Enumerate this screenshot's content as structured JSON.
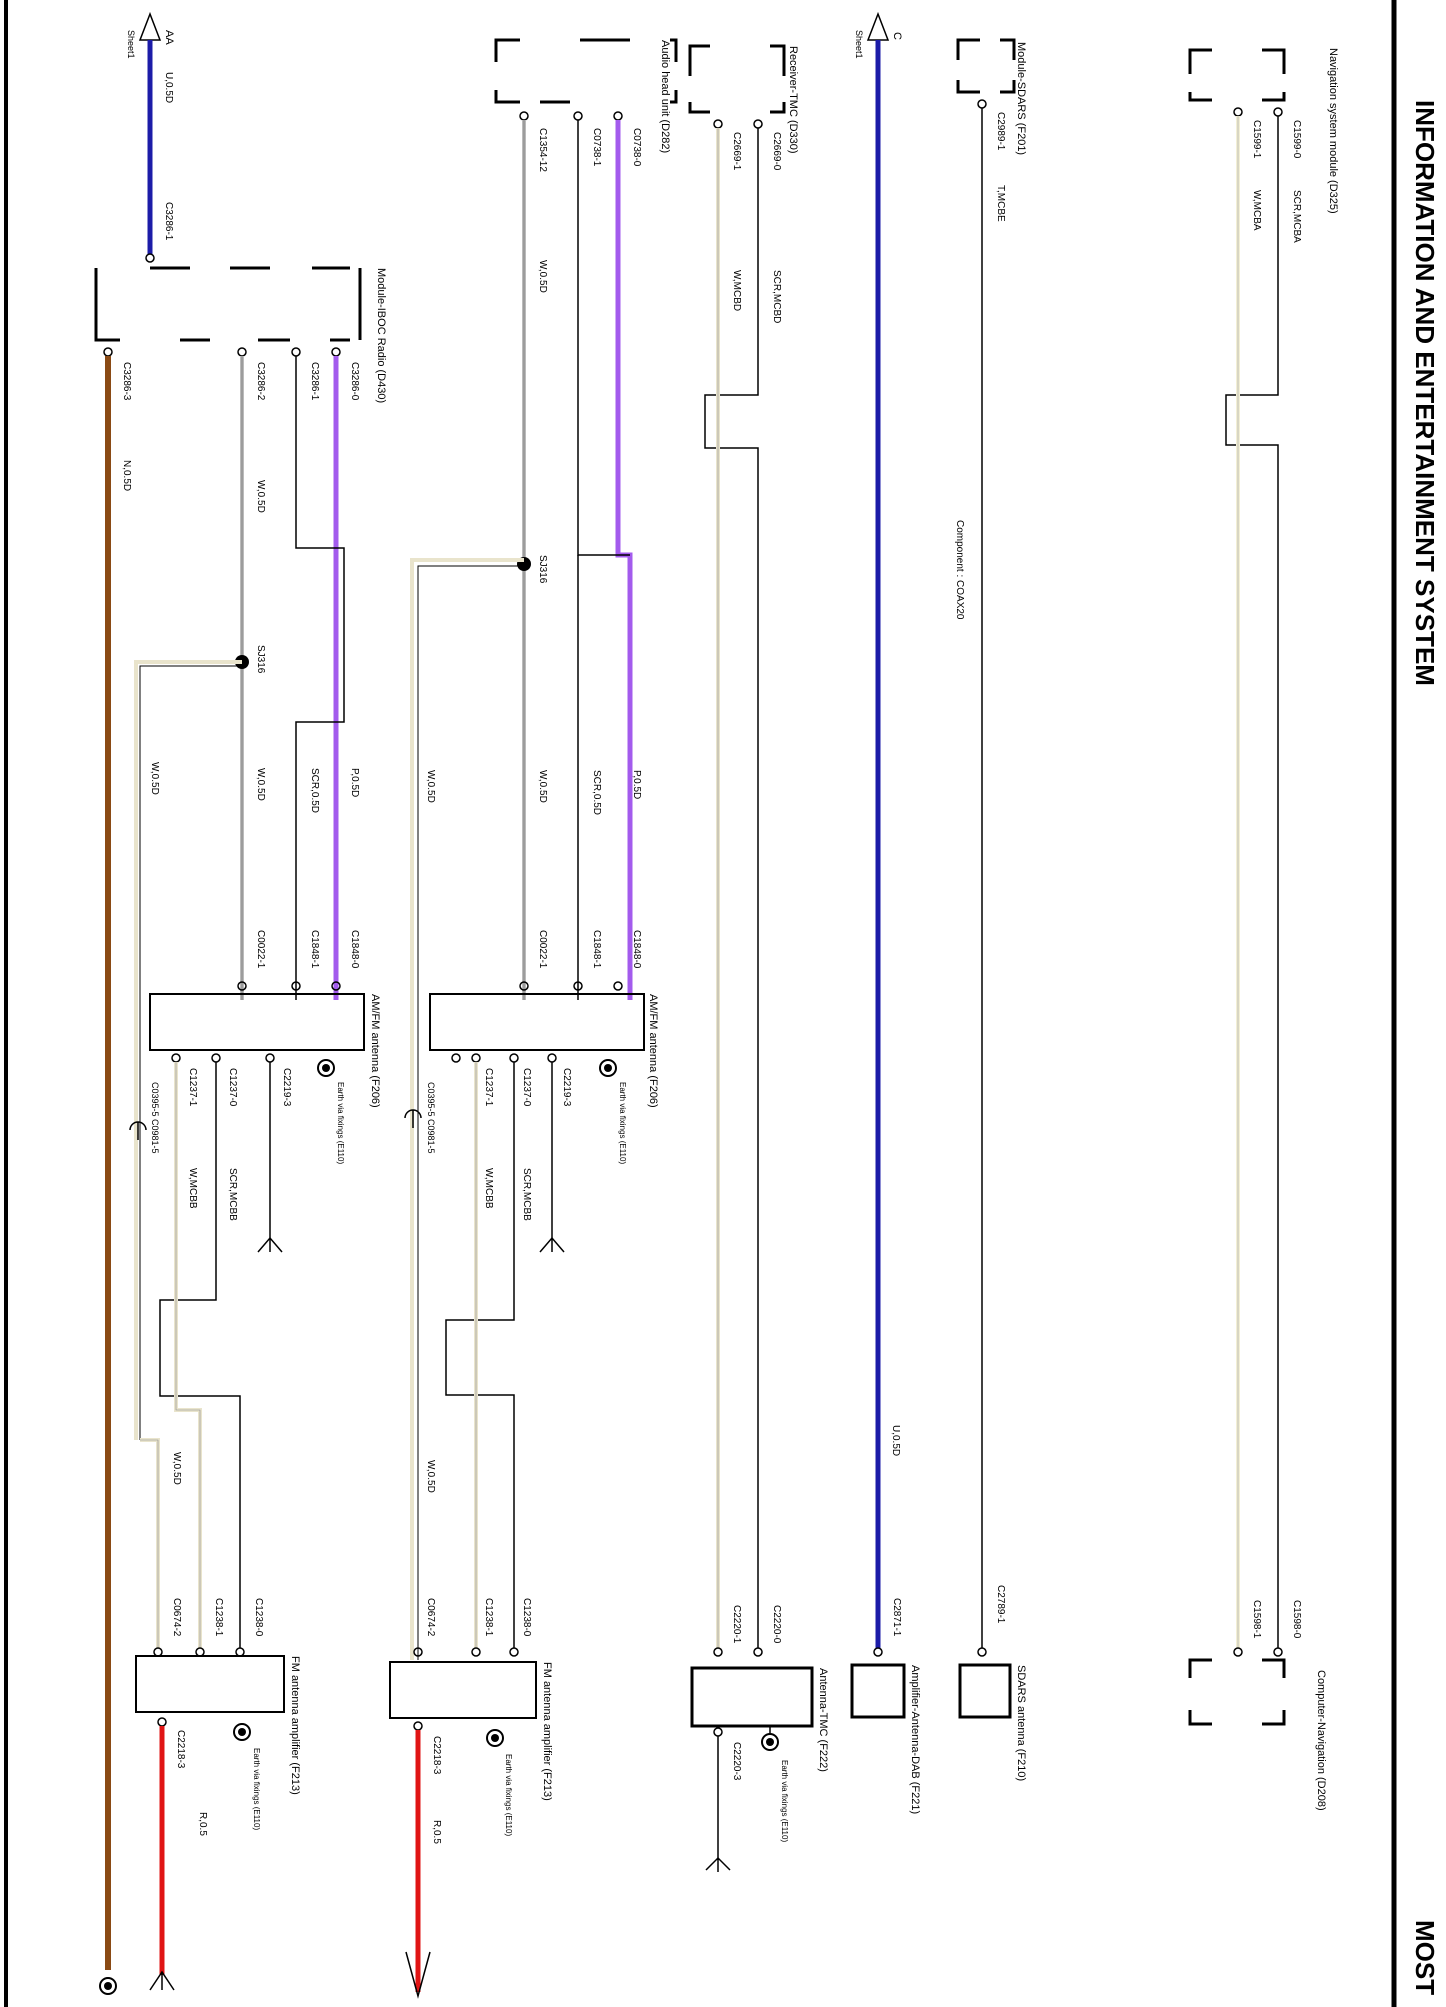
{
  "header": {
    "title": "INFORMATION AND ENTERTAINMENT SYSTEM",
    "code": "MOST"
  },
  "labels": {
    "nav_module": "Navigation system module (D325)",
    "c1599_0": "C1599-0",
    "c1599_1": "C1599-1",
    "scr_mcba": "SCR,MCBA",
    "w_mcba": "W,MCBA",
    "computer_nav": "Computer-Navigation (D208)",
    "c1598_0": "C1598-0",
    "c1598_1": "C1598-1",
    "sdars_module": "Module-SDARS (F201)",
    "c2989_1": "C2989-1",
    "t_mcbe": "T,MCBE",
    "component_coax20": "Component : COAX20",
    "c2789_1": "C2789-1",
    "sdars_antenna": "SDARS antenna (F210)",
    "sheet_c": "C",
    "sheet_c_ref": "Sheet1",
    "u_05d": "U,0.5D",
    "c2871_1": "C2871-1",
    "amp_dab": "Amplifier-Antenna-DAB (F221)",
    "tmc_receiver": "Receiver-TMC (D330)",
    "c2669_0": "C2669-0",
    "c2669_1": "C2669-1",
    "scr_mcbd": "SCR,MCBD",
    "w_mcbd": "W,MCBD",
    "c2220_0": "C2220-0",
    "c2220_1": "C2220-1",
    "c2220_3": "C2220-3",
    "antenna_tmc": "Antenna-TMC (F222)",
    "earth_fixings": "Earth via fixings (E110)",
    "audio_head": "Audio head unit (D282)",
    "c0738_0": "C0738-0",
    "c0738_1": "C0738-1",
    "c1354_12": "C1354-12",
    "w_05d": "W,0.5D",
    "sj316": "SJ316",
    "p_05d": "P,0.5D",
    "scr_05d": "SCR,0.5D",
    "c1848_0": "C1848-0",
    "c1848_1": "C1848-1",
    "c0022_1": "C0022-1",
    "amfm_antenna": "AM/FM antenna (F206)",
    "c2219_3": "C2219-3",
    "c1237_0": "C1237-0",
    "c1237_1": "C1237-1",
    "c0395_5": "C0395-5 C0981-5",
    "scr_mcbb": "SCR,MCBB",
    "w_mcbb": "W,MCBB",
    "c1238_0": "C1238-0",
    "c1238_1": "C1238-1",
    "c0674_2": "C0674-2",
    "c2218_3": "C2218-3",
    "r_05": "R,0.5",
    "fm_amp": "FM antenna amplifier (F213)",
    "sheet_aa": "AA",
    "sheet_aa_ref": "Sheet1",
    "c3286_1": "C3286-1",
    "iboc_module": "Module-IBOC Radio (D430)",
    "c3286_0": "C3286-0",
    "c3286_1b": "C3286-1",
    "c3286_2": "C3286-2",
    "c3286_3": "C3286-3",
    "n_05d": "N,0.5D"
  },
  "colors": {
    "blue": "#1c1ca8",
    "purple": "#a35bed",
    "red": "#e01414",
    "brown": "#8a4a14",
    "cream": "#f3efd5",
    "black": "#000000"
  }
}
